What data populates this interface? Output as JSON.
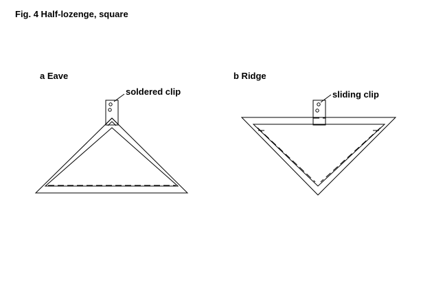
{
  "figure": {
    "title": "Fig. 4  Half-lozenge,  square"
  },
  "panels": [
    {
      "label": "a  Eave",
      "clip_label": "soldered clip"
    },
    {
      "label": "b  Ridge",
      "clip_label": "sliding clip"
    }
  ],
  "colors": {
    "line": "#000000",
    "background": "#ffffff"
  }
}
